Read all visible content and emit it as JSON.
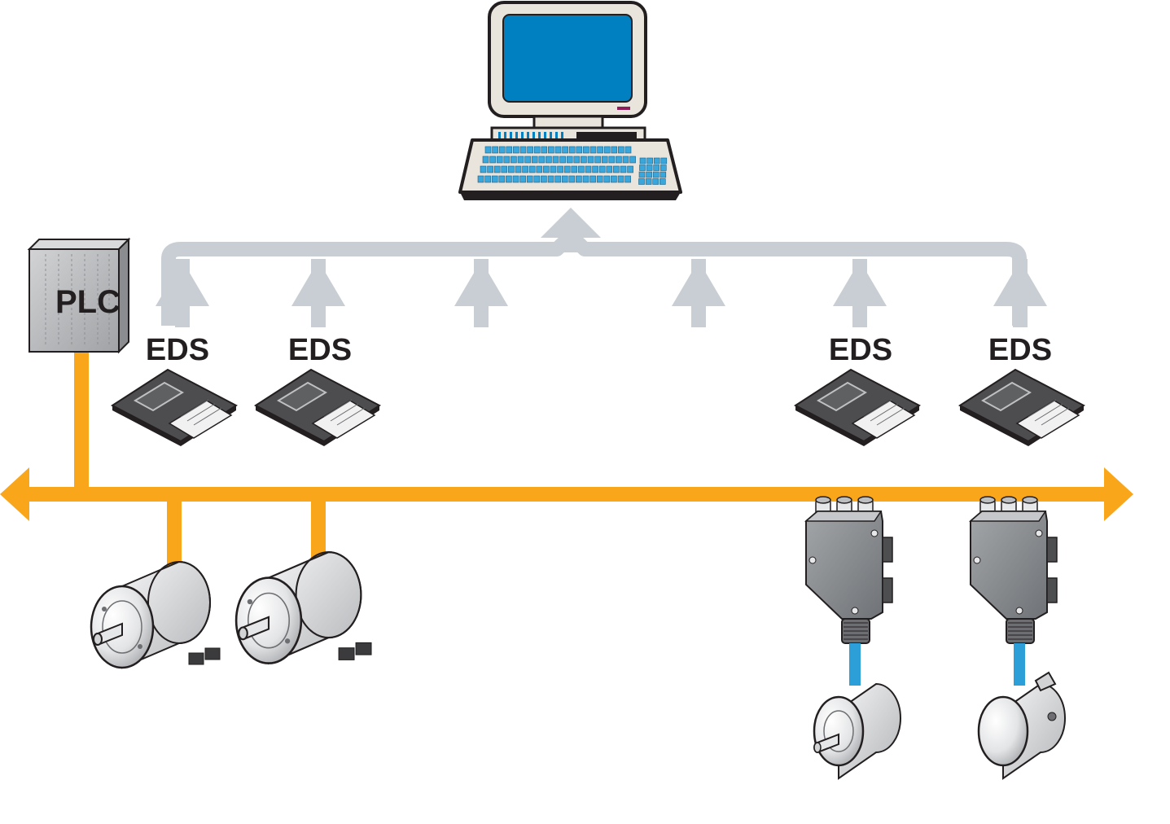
{
  "plc": {
    "label": "PLC"
  },
  "eds_files": [
    {
      "label": "EDS"
    },
    {
      "label": "EDS"
    },
    {
      "label": "EDS"
    },
    {
      "label": "EDS"
    }
  ],
  "colors": {
    "fieldbus": "#f9a61a",
    "eds_distribution": "#c8ced3",
    "screen": "#0080c0",
    "keyboard_keys": "#3aa7dc",
    "encoder_cable": "#2d9fd8",
    "plc_body": "#b9babc",
    "device_body": "#8c8f93"
  },
  "icons": [
    "computer-workstation-icon",
    "plc-cabinet-icon",
    "floppy-disk-icon",
    "rotary-encoder-icon",
    "bus-connection-box-icon"
  ]
}
